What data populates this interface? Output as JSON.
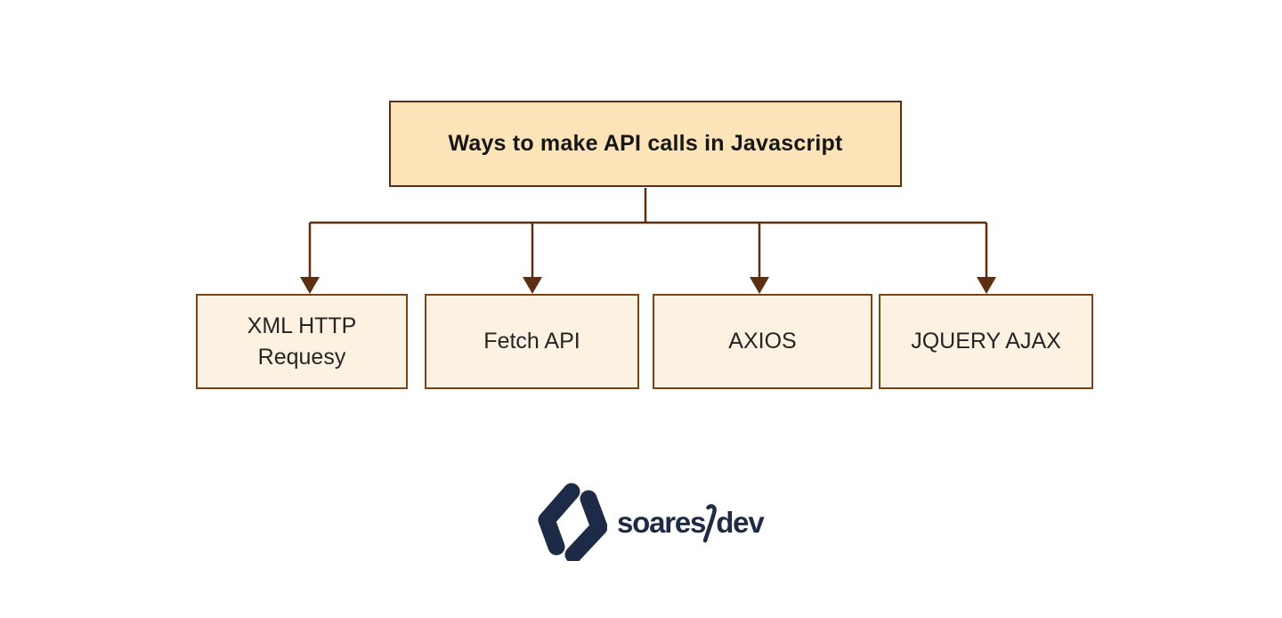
{
  "page": {
    "background": "#ffffff",
    "type": "flowchart-infographic"
  },
  "diagram": {
    "root": {
      "id": "ways-to-make-api-calls",
      "label": "Ways to make API calls in Javascript"
    },
    "children": [
      {
        "id": "xml-http-request",
        "label": "XML HTTP\nRequesy"
      },
      {
        "id": "fetch-api",
        "label": "Fetch API"
      },
      {
        "id": "axios",
        "label": "AXIOS"
      },
      {
        "id": "jquery-ajax",
        "label": "JQUERY AJAX"
      }
    ],
    "colors": {
      "root_fill": "#fce3b8",
      "root_border": "#5e2e10",
      "child_fill": "#fdf2e2",
      "child_border": "#7a4418",
      "connector": "#5e2e10",
      "node_text": "#1c1c1c"
    }
  },
  "logo": {
    "full_text": "soares/dev",
    "text_left": "soares",
    "separator": "/",
    "text_right": "dev",
    "color": "#1e2b47",
    "icon": "soaresdev-chevrons-icon"
  }
}
